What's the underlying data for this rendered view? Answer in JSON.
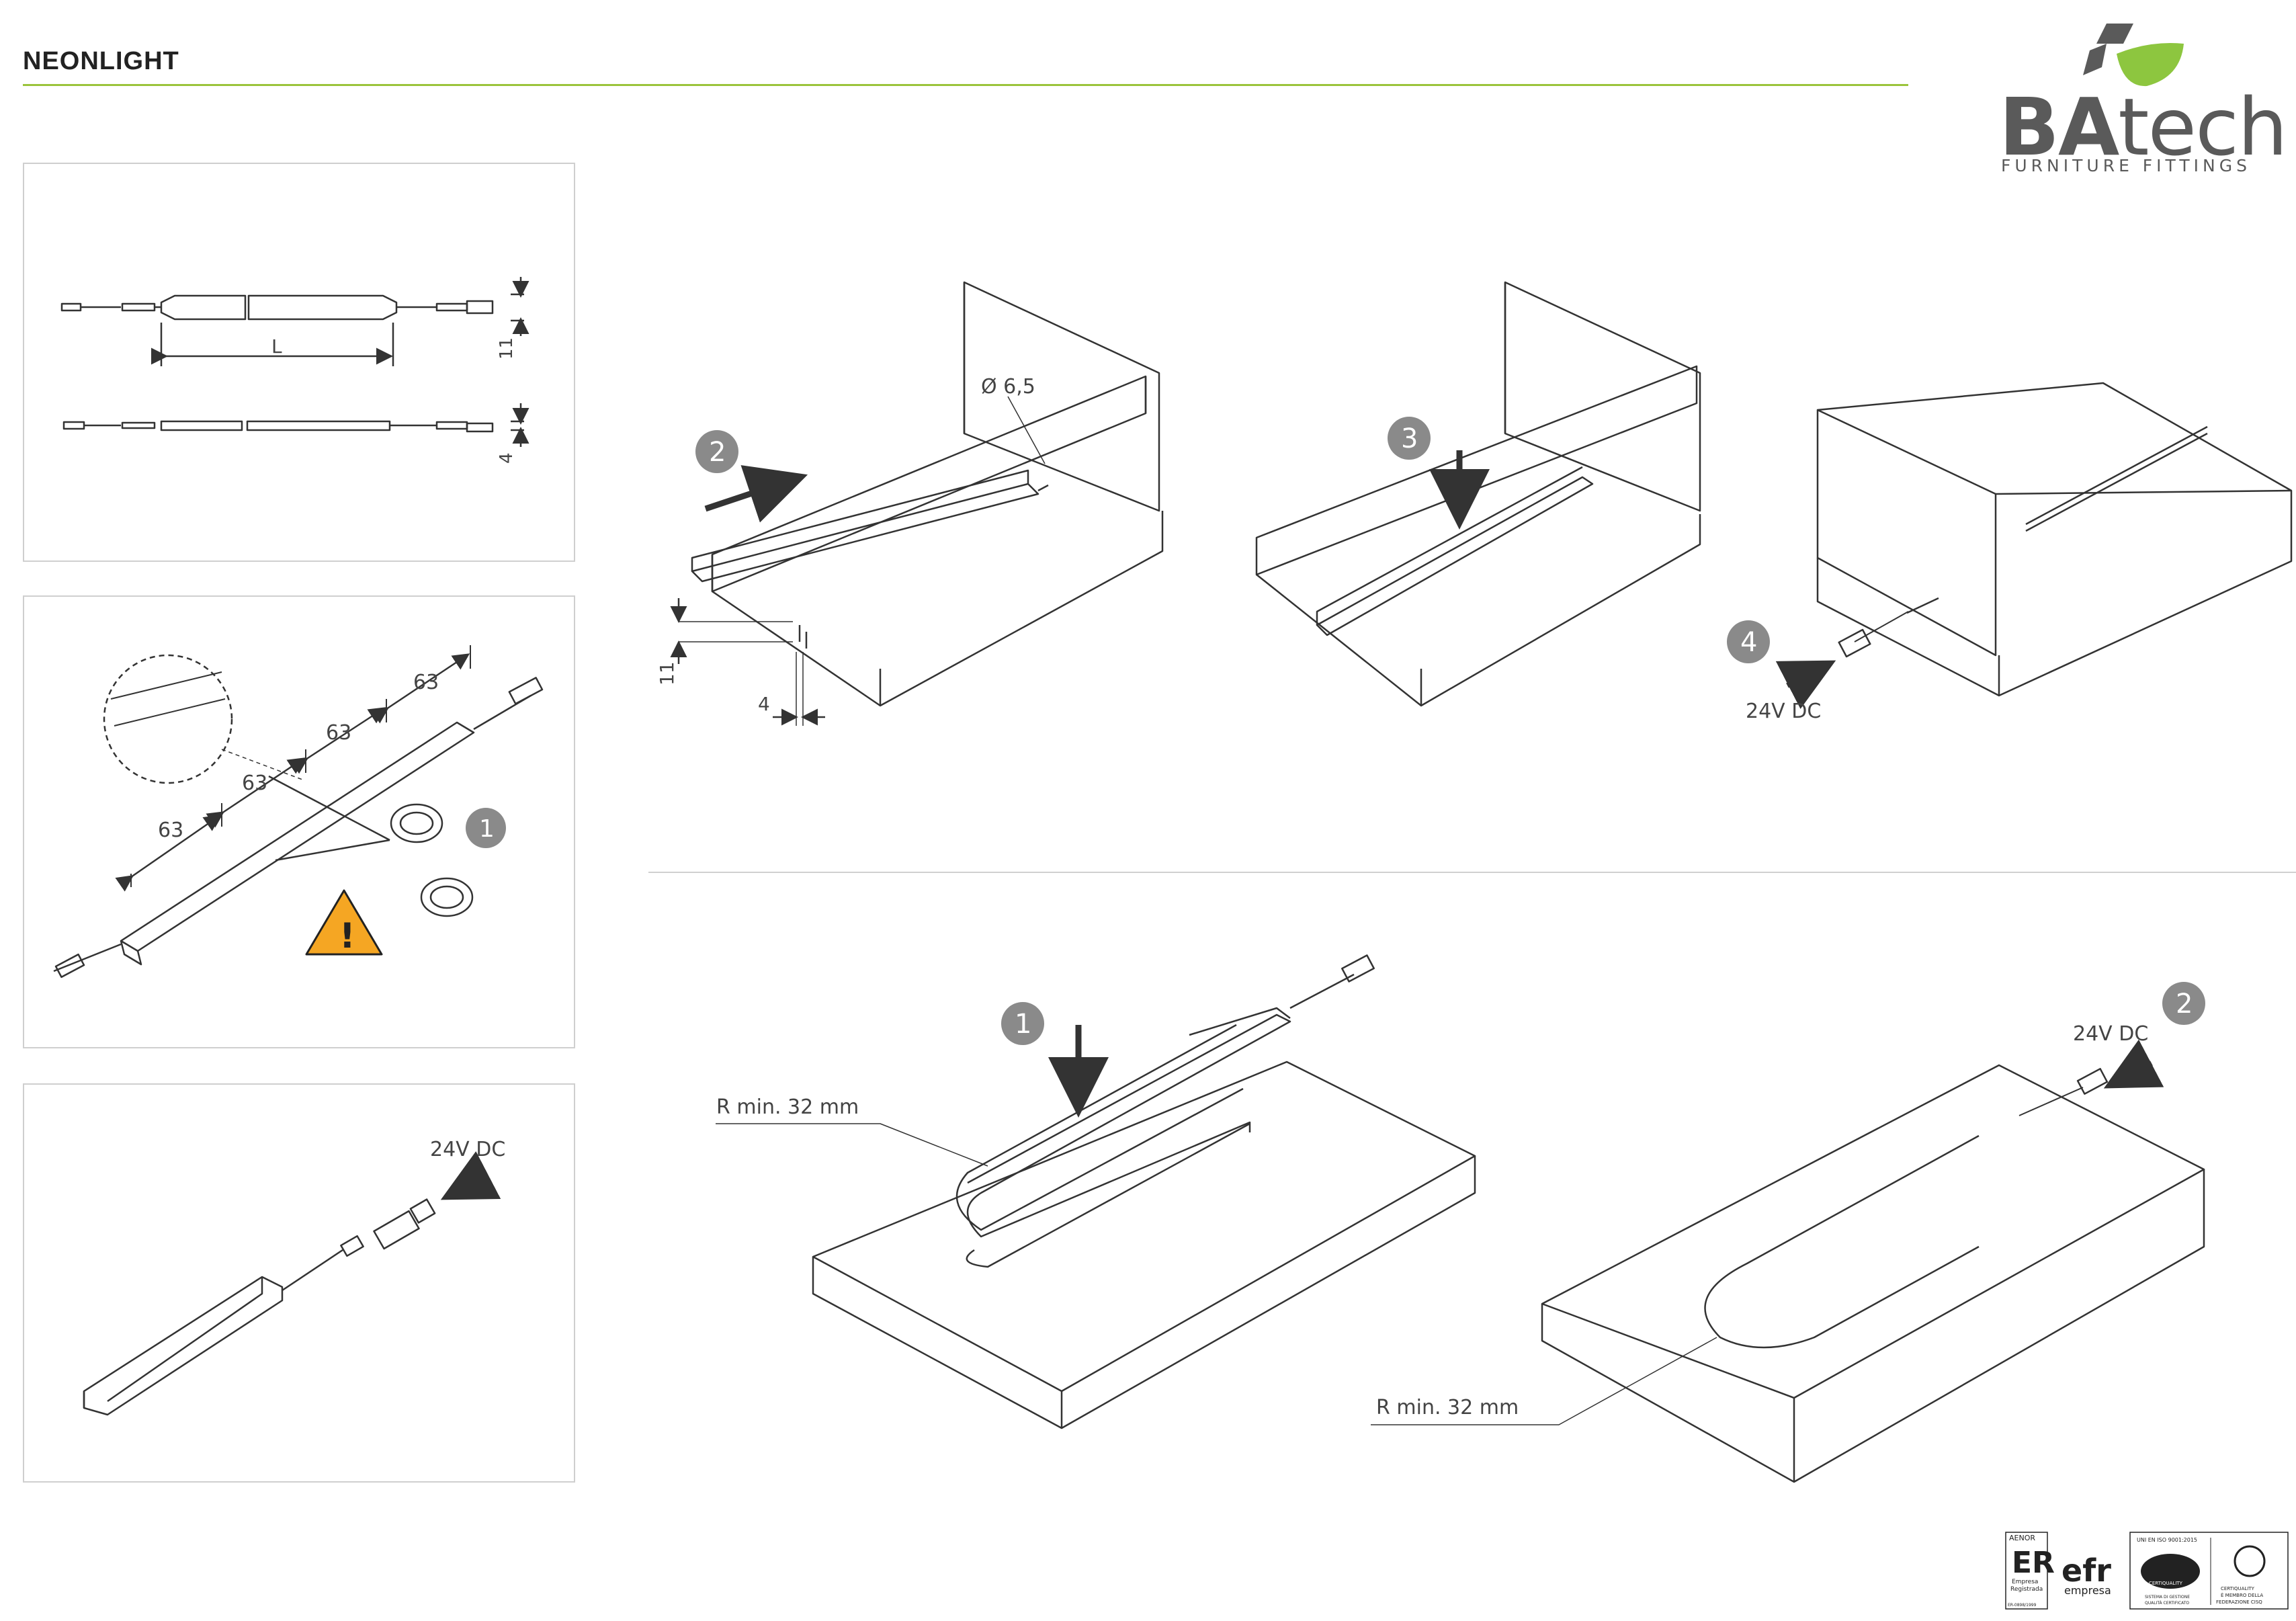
{
  "header": {
    "title": "NEONLIGHT"
  },
  "brand": {
    "name_bold": "BA",
    "name_light": "tech",
    "tagline": "FURNITURE FITTINGS",
    "accent_color": "#9bc43b",
    "leaf_color": "#8dc63f",
    "grey": "#5a5a5a"
  },
  "left_panels": {
    "dims": {
      "length_label": "L",
      "height_label": "11",
      "thickness_label": "4"
    },
    "cut": {
      "step": "1",
      "spacing_labels": [
        "63",
        "63",
        "63",
        "63"
      ],
      "warning_icon": "warning-icon",
      "tool_icon": "scissors-icon"
    },
    "connect": {
      "power_label": "24V DC"
    }
  },
  "top_steps": {
    "step2": {
      "number": "2",
      "hole_label": "Ø 6,5",
      "groove_height": "11",
      "groove_width": "4"
    },
    "step3": {
      "number": "3"
    },
    "step4": {
      "number": "4",
      "power_label": "24V DC"
    }
  },
  "bottom_steps": {
    "step1": {
      "number": "1",
      "radius_label": "R min. 32 mm"
    },
    "step2": {
      "number": "2",
      "power_label": "24V DC",
      "radius_label": "R min. 32 mm"
    }
  },
  "certifications": {
    "aenor": {
      "top": "AENOR",
      "mark": "ER",
      "line1": "Empresa",
      "line2": "Registrada",
      "code": "ER-0898/1999"
    },
    "efr": {
      "mark": "efr",
      "sub": "empresa"
    },
    "quality": {
      "top": "UNI EN ISO 9001:2015",
      "badge": "CERTIQUALITY",
      "line1": "SISTEMA DI GESTIONE",
      "line2": "QUALITÀ CERTIFICATO",
      "right1": "CERTIQUALITY",
      "right2": "È MEMBRO DELLA",
      "right3": "FEDERAZIONE CISQ"
    }
  }
}
